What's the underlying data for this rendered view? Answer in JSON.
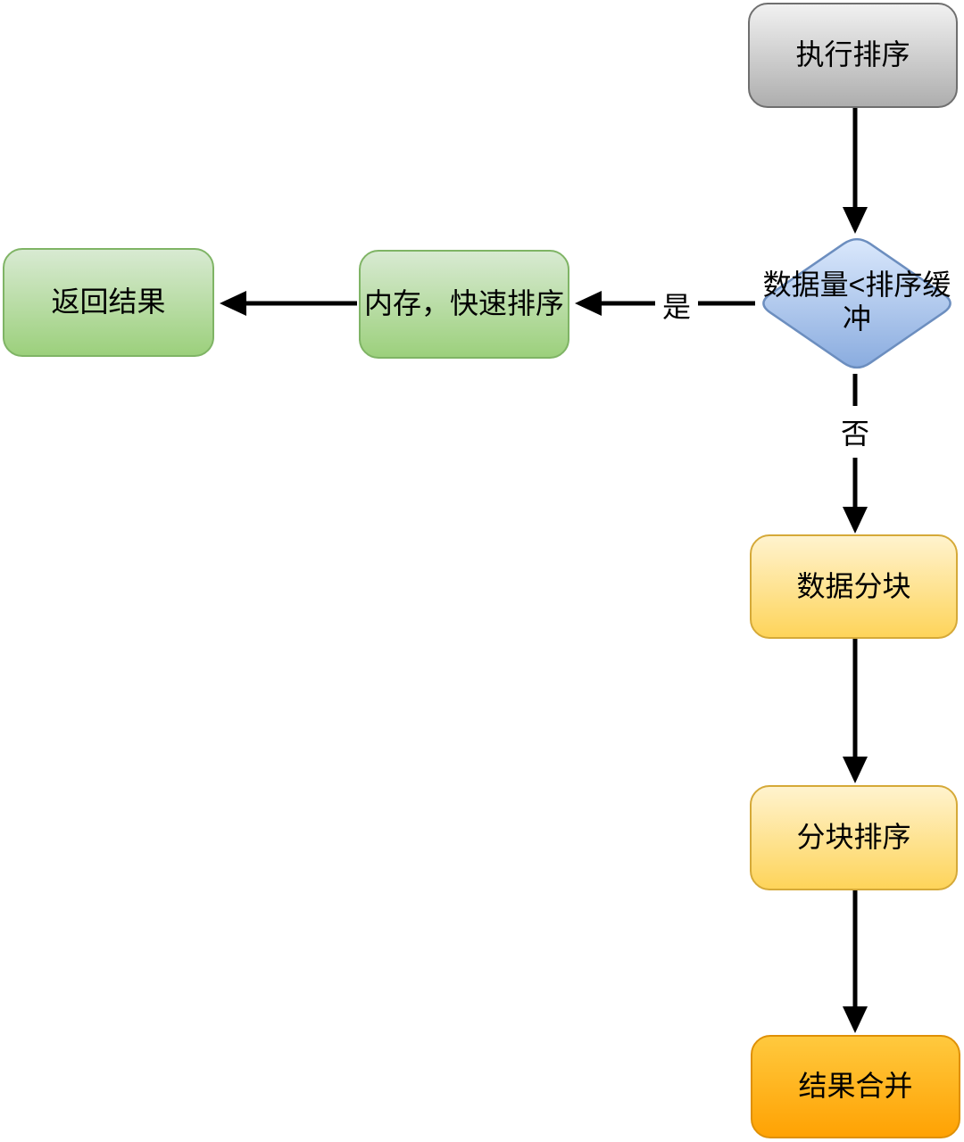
{
  "diagram": {
    "nodes": {
      "start": {
        "label": "执行排序",
        "shape": "rounded-rect",
        "theme": "gray"
      },
      "decision": {
        "label": "数据量<排序缓冲",
        "shape": "diamond",
        "theme": "blue"
      },
      "memory_quicksort": {
        "label": "内存，快速排序",
        "shape": "rounded-rect",
        "theme": "green"
      },
      "return_result": {
        "label": "返回结果",
        "shape": "rounded-rect",
        "theme": "green"
      },
      "data_chunk": {
        "label": "数据分块",
        "shape": "rounded-rect",
        "theme": "yellow"
      },
      "chunk_sort": {
        "label": "分块排序",
        "shape": "rounded-rect",
        "theme": "yellow"
      },
      "merge_result": {
        "label": "结果合并",
        "shape": "rounded-rect",
        "theme": "orange"
      }
    },
    "edges": [
      {
        "from": "start",
        "to": "decision",
        "label": ""
      },
      {
        "from": "decision",
        "to": "memory_quicksort",
        "label": "是"
      },
      {
        "from": "memory_quicksort",
        "to": "return_result",
        "label": ""
      },
      {
        "from": "decision",
        "to": "data_chunk",
        "label": "否"
      },
      {
        "from": "data_chunk",
        "to": "chunk_sort",
        "label": ""
      },
      {
        "from": "chunk_sort",
        "to": "merge_result",
        "label": ""
      }
    ],
    "colors": {
      "edge": "#000000",
      "text": "#000000",
      "gray_top": "#f1f1f1",
      "gray_bottom": "#aeaeae",
      "gray_stroke": "#6f6f6f",
      "blue_top": "#dae8fc",
      "blue_bottom": "#8aacdf",
      "blue_stroke": "#6c8ebf",
      "green_top": "#d8ead2",
      "green_bottom": "#9cd07c",
      "green_stroke": "#7fb465",
      "yellow_top": "#fff3ce",
      "yellow_bottom": "#fed45a",
      "yellow_stroke": "#d5a938",
      "orange_top": "#ffc93e",
      "orange_bottom": "#ffa203",
      "orange_stroke": "#df9005"
    }
  }
}
